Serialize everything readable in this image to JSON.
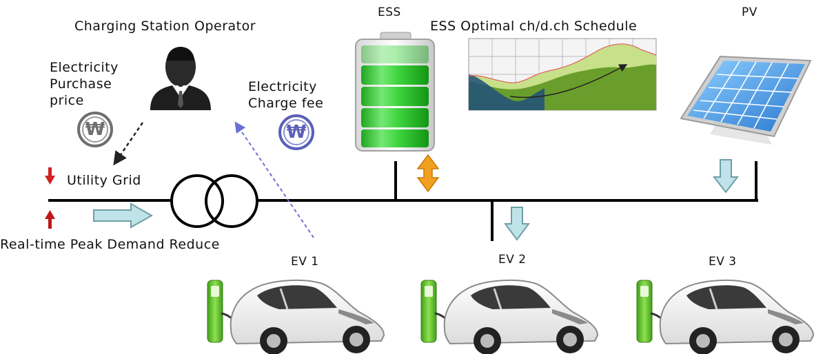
{
  "labels": {
    "operator": "Charging Station Operator",
    "purchase_price": [
      "Electricity",
      "Purchase",
      "price"
    ],
    "charge_fee": [
      "Electricity",
      "Charge fee"
    ],
    "utility_grid": "Utility Grid",
    "peak_demand": "Real-time Peak Demand Reduce",
    "ess": "ESS",
    "ess_schedule": "ESS Optimal ch/d.ch Schedule",
    "pv": "PV",
    "ev1": "EV 1",
    "ev2": "EV 2",
    "ev3": "EV 3"
  },
  "icons": {
    "won_symbol": "₩",
    "operator": "person-icon",
    "battery": "battery-icon",
    "solar": "solar-panel-icon",
    "transformer": "transformer-icon",
    "car": "electric-car-icon",
    "charger": "charger-icon"
  },
  "colors": {
    "down_arrow": "#d42020",
    "up_arrow": "#c01818",
    "power_arrow_fill": "#bfe3e8",
    "power_arrow_stroke": "#6e9ea6",
    "ess_arrow": "#f2a020",
    "battery_green": "#3fcf3f",
    "charger_green": "#5fbf2a",
    "pv_blue": "#3f8fe0",
    "won_gray": "#6f6f6f",
    "won_blue": "#5a5fb8",
    "dashed_blue": "#6f6fd8"
  }
}
